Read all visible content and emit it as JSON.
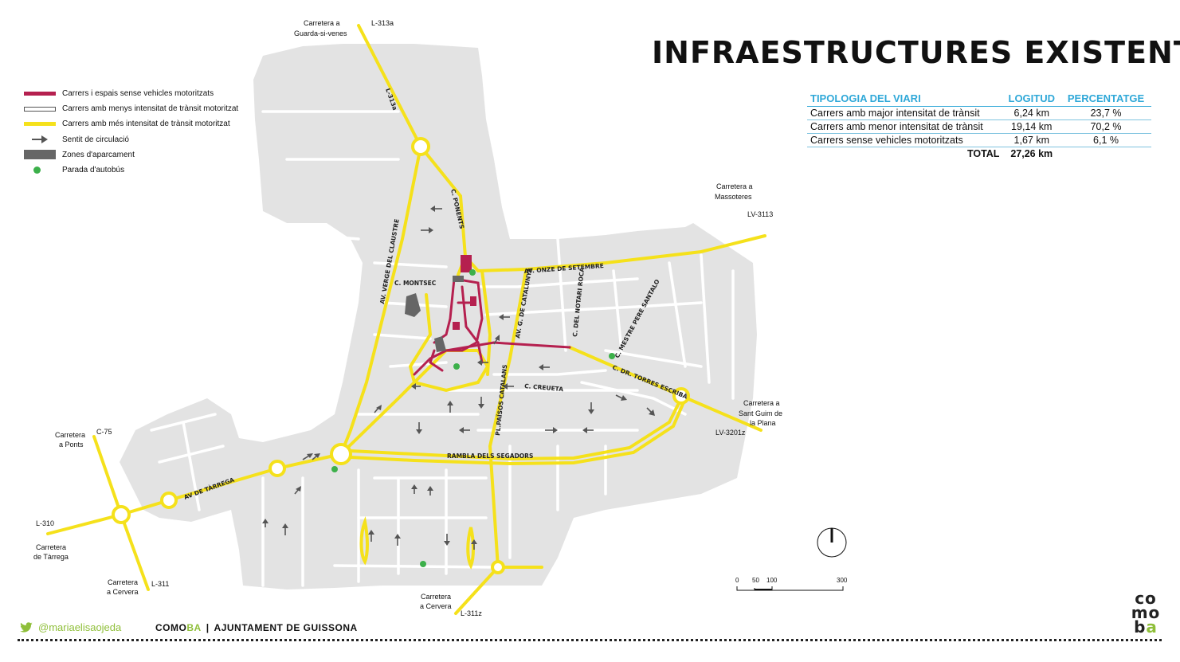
{
  "page": {
    "title": "INFRAESTRUCTURES EXISTENTS"
  },
  "legend": {
    "items": [
      {
        "label": "Carrers i espais sense vehicles motoritzats",
        "kind": "line",
        "color": "#b5204f"
      },
      {
        "label": "Carrers amb menys intensitat de trànsit motoritzat",
        "kind": "white-line",
        "color": "#ffffff"
      },
      {
        "label": "Carrers amb més intensitat de trànsit motoritzat",
        "kind": "line",
        "color": "#f5e11b"
      },
      {
        "label": "Sentit de circulació",
        "kind": "arrow",
        "color": "#555555"
      },
      {
        "label": "Zones d'aparcament",
        "kind": "zone",
        "color": "#666666"
      },
      {
        "label": "Parada d'autobús",
        "kind": "dot",
        "color": "#3cb04a"
      }
    ]
  },
  "stats": {
    "headers": [
      "TIPOLOGIA DEL VIARI",
      "LOGITUD",
      "PERCENTATGE"
    ],
    "rows": [
      {
        "type": "Carrers amb major intensitat de trànsit",
        "length": "6,24 km",
        "percent": "23,7 %"
      },
      {
        "type": "Carrers amb menor intensitat de trànsit",
        "length": "19,14 km",
        "percent": "70,2 %"
      },
      {
        "type": "Carrers sense vehicles motoritzats",
        "length": "1,67 km",
        "percent": "6,1 %"
      }
    ],
    "total_label": "TOTAL",
    "total_value": "27,26 km"
  },
  "map": {
    "colors": {
      "block": "#e3e3e3",
      "street": "#ffffff",
      "major": "#f5e11b",
      "pedestrian": "#b5204f",
      "parking": "#666666",
      "bus": "#3cb04a",
      "arrow": "#555555"
    },
    "streets": {
      "onze_setembre": "AV. ONZE DE SETEMBRE",
      "verge_claustre": "AV. VERGE DEL CLAUSTRE",
      "montsec": "C. MONTSEC",
      "ponent": "C. PONENTS",
      "catalunya": "AV. G. DE CATALUNYA",
      "notari_roca": "C. DEL NOTARI ROCA",
      "mestre_pere": "C. MESTRE PERE SANTALO",
      "torres_escriba": "C. DR. TORRES ESCRIBÀ",
      "creueta": "C. CREUETA",
      "paisos_catalans": "PL.PAÏSOS CATALANS",
      "rambla_segadors": "RAMBLA DELS SEGADORS",
      "av_tarrega": "AV DE TÀRREGA",
      "l313a_road": "L-313a"
    },
    "places": {
      "guardasivenes_1": "Carretera a",
      "guardasivenes_2": "Guarda-si-venes",
      "l313a": "L-313a",
      "massoteres_1": "Carretera a",
      "massoteres_2": "Massoteres",
      "lv3113": "LV-3113",
      "santguim_1": "Carretera a",
      "santguim_2": "Sant Guim de",
      "santguim_3": "la Plana",
      "lv3201z": "LV-3201z",
      "ponts_1": "Carretera",
      "ponts_2": "a Ponts",
      "c75": "C-75",
      "l310": "L-310",
      "tarrega_1": "Carretera",
      "tarrega_2": "de Tàrrega",
      "cervera_w_1": "Carretera",
      "cervera_w_2": "a Cervera",
      "l311": "L-311",
      "cervera_s_1": "Carretera",
      "cervera_s_2": "a Cervera",
      "l311z": "L-311z"
    },
    "scale": {
      "labels": [
        "0",
        "50",
        "100",
        "300"
      ]
    }
  },
  "footer": {
    "twitter_handle": "@mariaelisaojeda",
    "brand_pre": "COMO",
    "brand_accent": "BA",
    "separator": "|",
    "organization": "AJUNTAMENT DE GUISSONA"
  },
  "logo": {
    "line1": "co",
    "line2": "mo",
    "line3_pre": "b",
    "line3_accent": "a"
  }
}
